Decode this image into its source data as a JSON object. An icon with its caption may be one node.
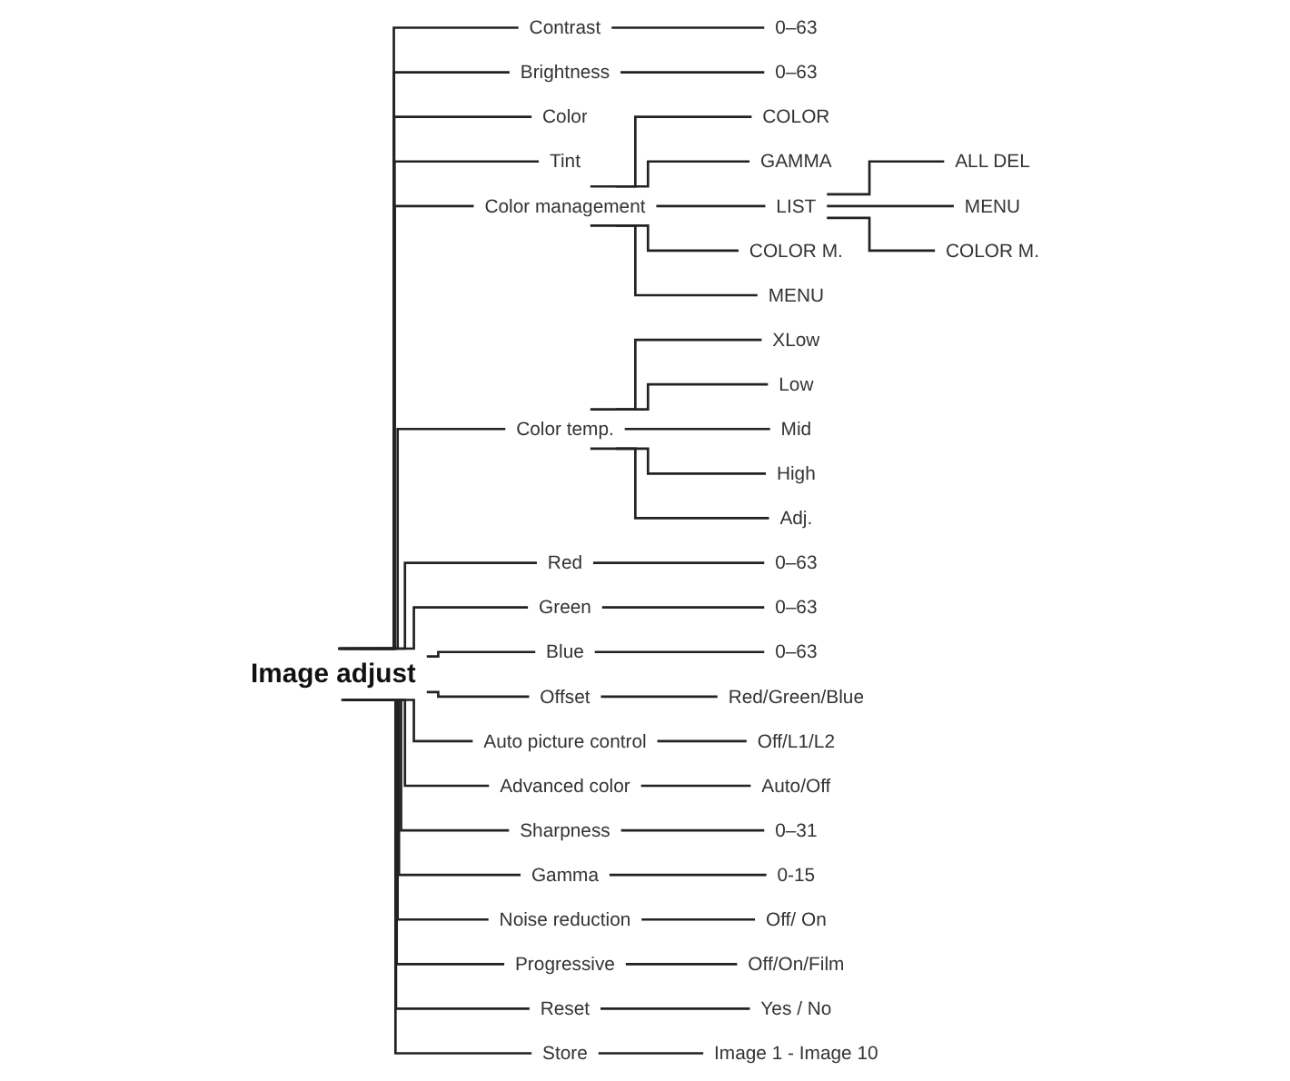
{
  "diagram": {
    "nodes": [
      {
        "text": [
          "Image adjust"
        ]
      },
      {
        "text": [
          "Contrast"
        ]
      },
      {
        "text": [
          "0–63"
        ]
      },
      {
        "text": [
          "Brightness"
        ]
      },
      {
        "text": [
          "0–63"
        ]
      },
      {
        "text": [
          "Color"
        ]
      },
      {
        "text": [
          "Tint"
        ]
      },
      {
        "text": [
          "Color management"
        ]
      },
      {
        "text": [
          "COLOR"
        ]
      },
      {
        "text": [
          "GAMMA"
        ]
      },
      {
        "text": [
          "LIST"
        ]
      },
      {
        "text": [
          "ALL DEL"
        ]
      },
      {
        "text": [
          "COLOR M."
        ]
      },
      {
        "text": [
          "MENU"
        ]
      },
      {
        "text": [
          "MENU"
        ]
      },
      {
        "text": [
          "COLOR M."
        ]
      },
      {
        "text": [
          "Color temp."
        ]
      },
      {
        "text": [
          "XLow"
        ]
      },
      {
        "text": [
          "Low"
        ]
      },
      {
        "text": [
          "Mid"
        ]
      },
      {
        "text": [
          "High"
        ]
      },
      {
        "text": [
          "Adj."
        ]
      },
      {
        "text": [
          "Red"
        ]
      },
      {
        "text": [
          "0–63"
        ]
      },
      {
        "text": [
          "Green"
        ]
      },
      {
        "text": [
          "0–63"
        ]
      },
      {
        "text": [
          "Blue"
        ]
      },
      {
        "text": [
          "0–63"
        ]
      },
      {
        "text": [
          "Offset"
        ]
      },
      {
        "text": [
          "Red/Green/Blue"
        ]
      },
      {
        "text": [
          "Auto picture control"
        ]
      },
      {
        "text": [
          "Off/L1/L2"
        ]
      },
      {
        "text": [
          "Advanced color"
        ]
      },
      {
        "text": [
          "Auto/Off"
        ]
      },
      {
        "text": [
          "Sharpness"
        ]
      },
      {
        "text": [
          "0–31"
        ]
      },
      {
        "text": [
          "Gamma"
        ]
      },
      {
        "text": [
          "0-15"
        ]
      },
      {
        "text": [
          "Noise reduction"
        ]
      },
      {
        "text": [
          "Off/ On"
        ]
      },
      {
        "text": [
          "Progressive"
        ]
      },
      {
        "text": [
          "Off/On/Film"
        ]
      },
      {
        "text": [
          "Reset"
        ]
      },
      {
        "text": [
          "Yes / No"
        ]
      },
      {
        "text": [
          "Store"
        ]
      },
      {
        "text": [
          "Image 1 - Image 10"
        ]
      }
    ],
    "edges": [
      {
        "from": 0,
        "to": 1,
        "arrow": "none"
      },
      {
        "from": 1,
        "to": 2,
        "arrow": "none"
      },
      {
        "from": 0,
        "to": 3,
        "arrow": "none"
      },
      {
        "from": 3,
        "to": 4,
        "arrow": "none"
      },
      {
        "from": 0,
        "to": 5,
        "arrow": "none"
      },
      {
        "from": 0,
        "to": 6,
        "arrow": "none"
      },
      {
        "from": 0,
        "to": 7,
        "arrow": "none"
      },
      {
        "from": 7,
        "to": 8,
        "arrow": "none"
      },
      {
        "from": 7,
        "to": 9,
        "arrow": "none"
      },
      {
        "from": 7,
        "to": 10,
        "arrow": "none"
      },
      {
        "from": 10,
        "to": 11,
        "arrow": "none"
      },
      {
        "from": 7,
        "to": 12,
        "arrow": "none"
      },
      {
        "from": 10,
        "to": 13,
        "arrow": "none"
      },
      {
        "from": 7,
        "to": 14,
        "arrow": "none"
      },
      {
        "from": 10,
        "to": 15,
        "arrow": "none"
      },
      {
        "from": 0,
        "to": 16,
        "arrow": "none"
      },
      {
        "from": 16,
        "to": 17,
        "arrow": "none"
      },
      {
        "from": 16,
        "to": 18,
        "arrow": "none"
      },
      {
        "from": 16,
        "to": 19,
        "arrow": "none"
      },
      {
        "from": 16,
        "to": 20,
        "arrow": "none"
      },
      {
        "from": 16,
        "to": 21,
        "arrow": "none"
      },
      {
        "from": 0,
        "to": 22,
        "arrow": "none"
      },
      {
        "from": 22,
        "to": 23,
        "arrow": "none"
      },
      {
        "from": 0,
        "to": 24,
        "arrow": "none"
      },
      {
        "from": 24,
        "to": 25,
        "arrow": "none"
      },
      {
        "from": 0,
        "to": 26,
        "arrow": "none"
      },
      {
        "from": 26,
        "to": 27,
        "arrow": "none"
      },
      {
        "from": 0,
        "to": 28,
        "arrow": "none"
      },
      {
        "from": 28,
        "to": 29,
        "arrow": "none"
      },
      {
        "from": 0,
        "to": 30,
        "arrow": "none"
      },
      {
        "from": 30,
        "to": 31,
        "arrow": "none"
      },
      {
        "from": 0,
        "to": 32,
        "arrow": "none"
      },
      {
        "from": 32,
        "to": 33,
        "arrow": "none"
      },
      {
        "from": 0,
        "to": 34,
        "arrow": "none"
      },
      {
        "from": 34,
        "to": 35,
        "arrow": "none"
      },
      {
        "from": 0,
        "to": 36,
        "arrow": "none"
      },
      {
        "from": 36,
        "to": 37,
        "arrow": "none"
      },
      {
        "from": 0,
        "to": 38,
        "arrow": "none"
      },
      {
        "from": 38,
        "to": 39,
        "arrow": "none"
      },
      {
        "from": 0,
        "to": 40,
        "arrow": "none"
      },
      {
        "from": 40,
        "to": 41,
        "arrow": "none"
      },
      {
        "from": 0,
        "to": 42,
        "arrow": "none"
      },
      {
        "from": 42,
        "to": 43,
        "arrow": "none"
      },
      {
        "from": 0,
        "to": 44,
        "arrow": "none"
      },
      {
        "from": 44,
        "to": 45,
        "arrow": "none"
      }
    ]
  }
}
